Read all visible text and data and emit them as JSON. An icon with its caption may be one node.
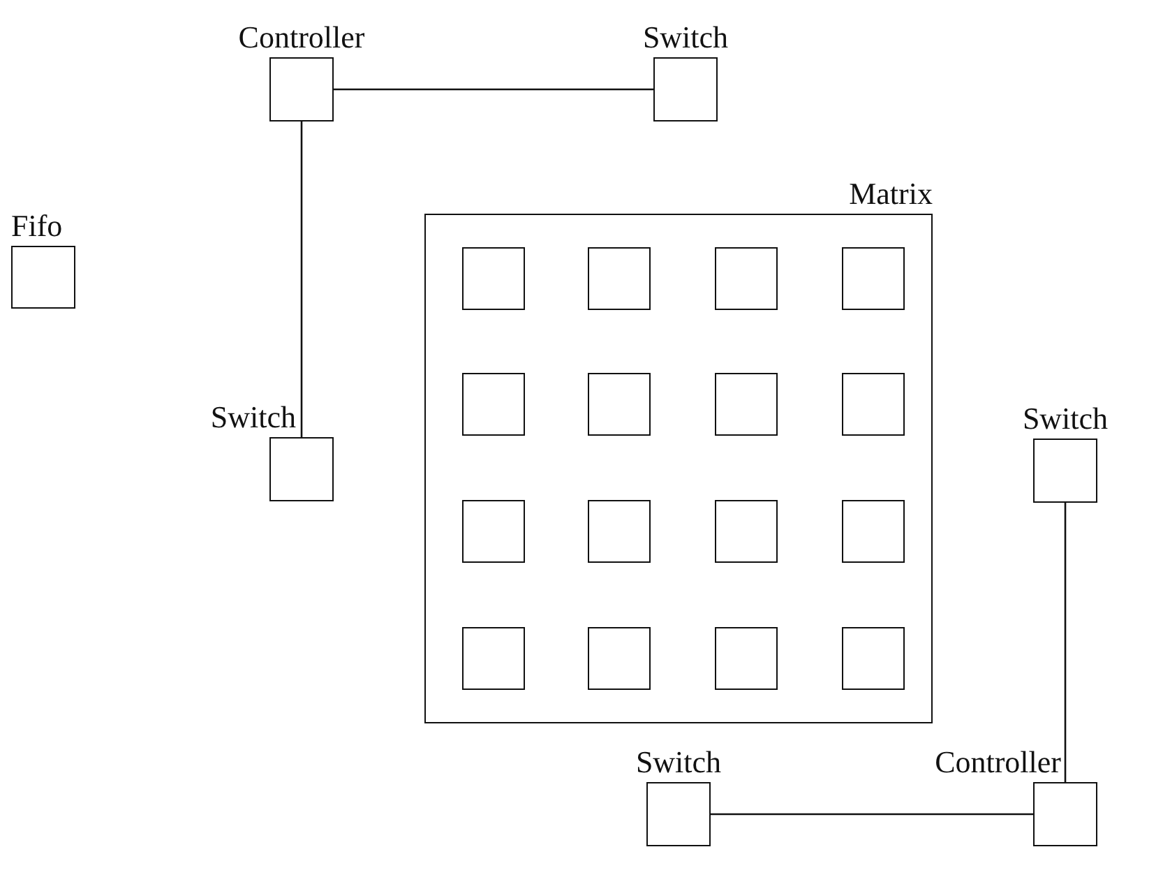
{
  "diagram": {
    "nodes": [
      {
        "text": [
          "Controller"
        ]
      },
      {
        "text": [
          "Switch"
        ]
      },
      {
        "text": [
          "Fifo"
        ]
      },
      {
        "text": [
          "Matrix"
        ]
      },
      {
        "text": [],
        "shape": "box",
        "in": 3
      },
      {
        "text": [],
        "shape": "box",
        "in": 3
      },
      {
        "text": [],
        "shape": "box",
        "in": 3
      },
      {
        "text": [],
        "shape": "box",
        "in": 3
      },
      {
        "text": [],
        "shape": "box",
        "in": 3
      },
      {
        "text": [],
        "shape": "box",
        "in": 3
      },
      {
        "text": [],
        "shape": "box",
        "in": 3
      },
      {
        "text": [],
        "shape": "box",
        "in": 3
      },
      {
        "text": [],
        "shape": "box",
        "in": 3
      },
      {
        "text": [],
        "shape": "box",
        "in": 3
      },
      {
        "text": [],
        "shape": "box",
        "in": 3
      },
      {
        "text": [],
        "shape": "box",
        "in": 3
      },
      {
        "text": [],
        "shape": "box",
        "in": 3
      },
      {
        "text": [],
        "shape": "box",
        "in": 3
      },
      {
        "text": [],
        "shape": "box",
        "in": 3
      },
      {
        "text": [],
        "shape": "box",
        "in": 3
      },
      {
        "text": [
          "Switch"
        ]
      },
      {
        "text": [
          "Switch"
        ]
      },
      {
        "text": [
          "Switch"
        ]
      },
      {
        "text": [
          "Controller"
        ]
      }
    ],
    "edges": [
      {
        "from": 0,
        "to": 1,
        "arrow": "none"
      },
      {
        "from": 0,
        "to": 20,
        "arrow": "none"
      },
      {
        "from": 21,
        "to": 23,
        "arrow": "none"
      },
      {
        "from": 22,
        "to": 23,
        "arrow": "none"
      }
    ]
  }
}
